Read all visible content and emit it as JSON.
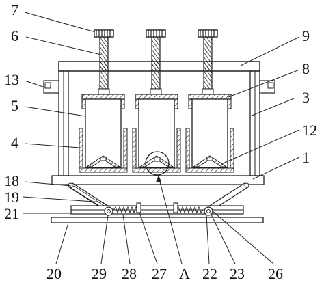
{
  "figure": {
    "labels": {
      "l1": "1",
      "l3": "3",
      "l4": "4",
      "l5": "5",
      "l6": "6",
      "l7": "7",
      "l8": "8",
      "l9": "9",
      "l12": "12",
      "l13": "13",
      "l18": "18",
      "l19": "19",
      "l20": "20",
      "l21": "21",
      "l22": "22",
      "l23": "23",
      "l26": "26",
      "l27": "27",
      "l28": "28",
      "l29": "29",
      "lA": "A"
    },
    "colors": {
      "line": "#222222",
      "background": "#ffffff"
    }
  }
}
